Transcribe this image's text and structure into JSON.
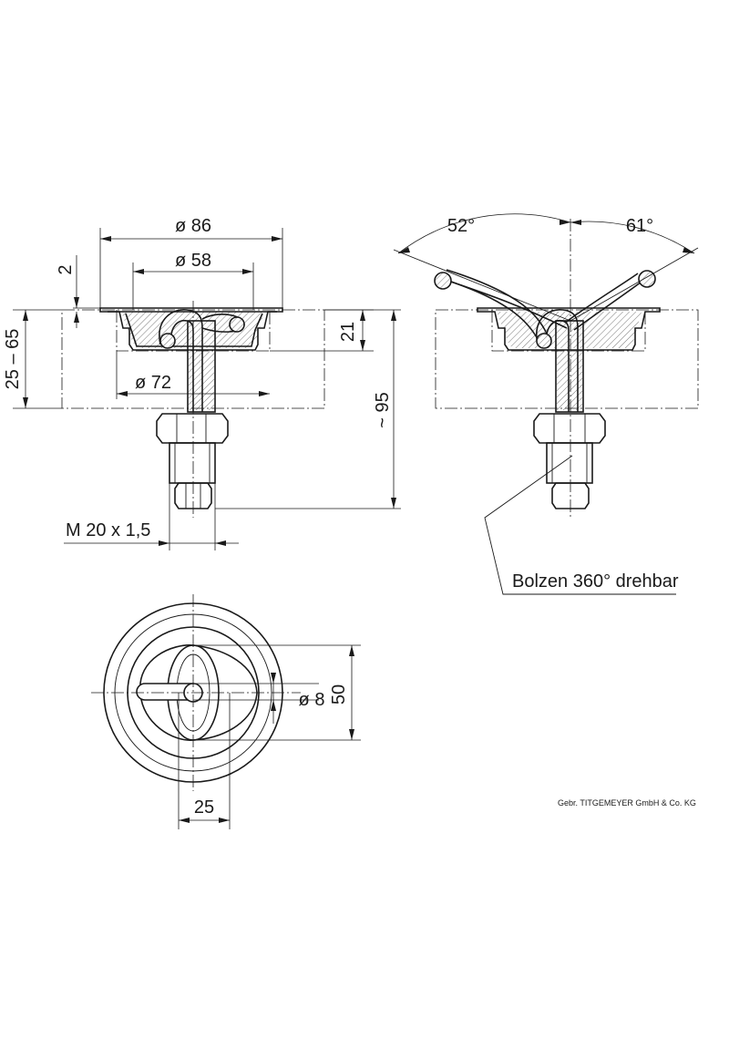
{
  "dimensions": {
    "d86": "ø 86",
    "d58": "ø 58",
    "d72": "ø 72",
    "d8": "ø 8",
    "two": "2",
    "range": "25 – 65",
    "twentyone": "21",
    "approx95": "~ 95",
    "thread": "M 20 x 1,5",
    "fifty": "50",
    "twentyfive": "25",
    "angle_left": "52°",
    "angle_right": "61°"
  },
  "callout": "Bolzen 360° drehbar",
  "company": "Gebr. TITGEMEYER GmbH & Co. KG"
}
